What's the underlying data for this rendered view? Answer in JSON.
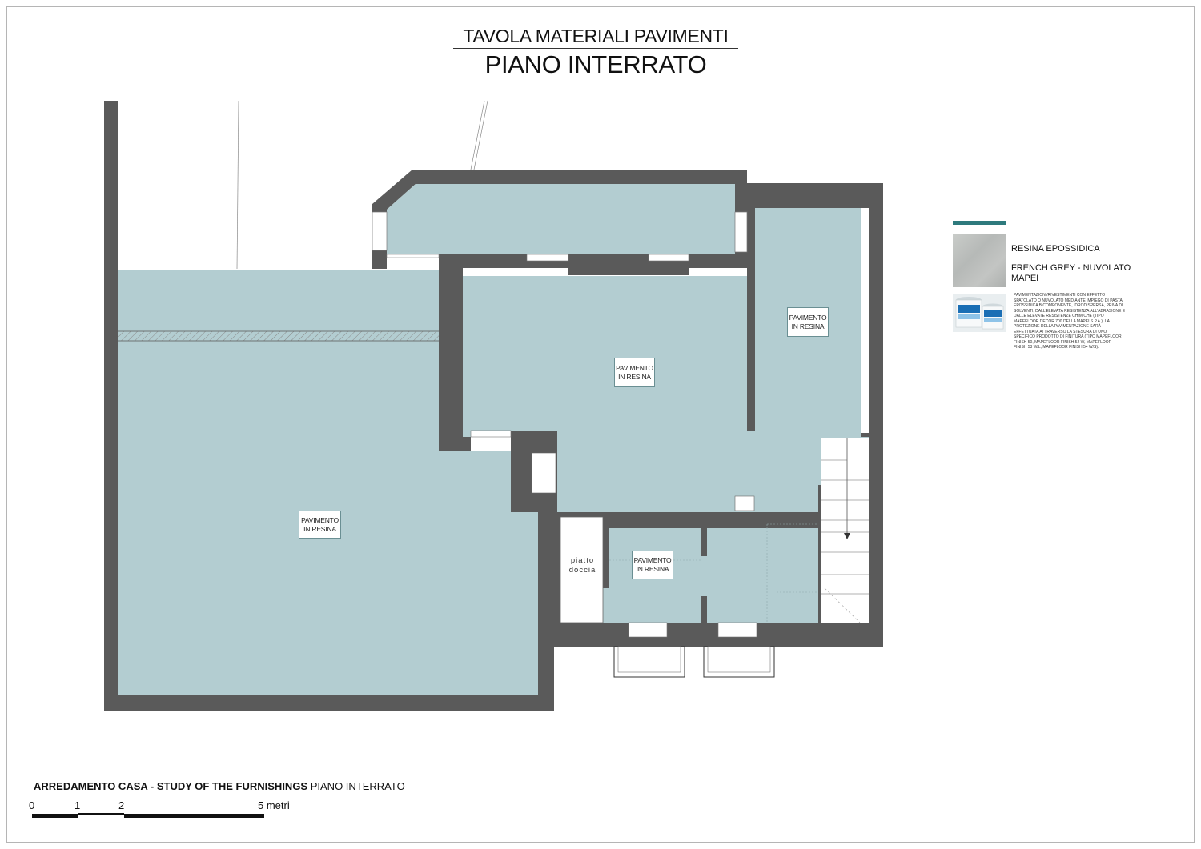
{
  "header": {
    "title": "TAVOLA MATERIALI PAVIMENTI",
    "subtitle": "PIANO INTERRATO"
  },
  "rooms": {
    "large_room": [
      "PAVIMENTO",
      "IN RESINA"
    ],
    "central_room": [
      "PAVIMENTO",
      "IN RESINA"
    ],
    "right_room": [
      "PAVIMENTO",
      "IN RESINA"
    ],
    "bath_room": [
      "PAVIMENTO",
      "IN RESINA"
    ],
    "shower": [
      "piatto",
      "doccia"
    ]
  },
  "legend": {
    "accent_color": "#2e7a7d",
    "floor_color": "#b3cdd1",
    "wall_color": "#5a5a5a",
    "material_name": "RESINA EPOSSIDICA",
    "finish_line1": "FRENCH GREY - NUVOLATO",
    "finish_line2": "MAPEI",
    "description": "PAVIMENTAZIONI/RIVESTIMENTI CON EFFETTO SPATOLATO O NUVOLATO MEDIANTE IMPIEGO DI PASTA EPOSSIDICA BICOMPONENTE, IDRODISPERSA, PRIVA DI SOLVENTI, DALL'ELEVATA RESISTENZA ALL'ABRASIONE E DALLE ELEVATE RESISTENZE CHIMICHE (TIPO MAPEFLOOR DECOR 700 DELLA MAPEI S.p.A.). LA PROTEZIONE DELLA PAVIMENTAZIONE SARÀ EFFETTUATA ATTRAVERSO LA STESURA DI UNO SPECIFICO PRODOTTO DI FINITURA (TIPO MAPEFLOOR FINISH 50, MAPEFLOOR FINISH 52 W, MAPEFLOOR FINISH 53 W/L, MAPEFLOOR FINISH 54 W/S)."
  },
  "footer": {
    "project_bold": "ARREDAMENTO CASA - STUDY OF THE FURNISHINGS",
    "project_plain": " PIANO INTERRATO"
  },
  "scale": {
    "labels": [
      "0",
      "1",
      "2",
      "5 metri"
    ]
  }
}
